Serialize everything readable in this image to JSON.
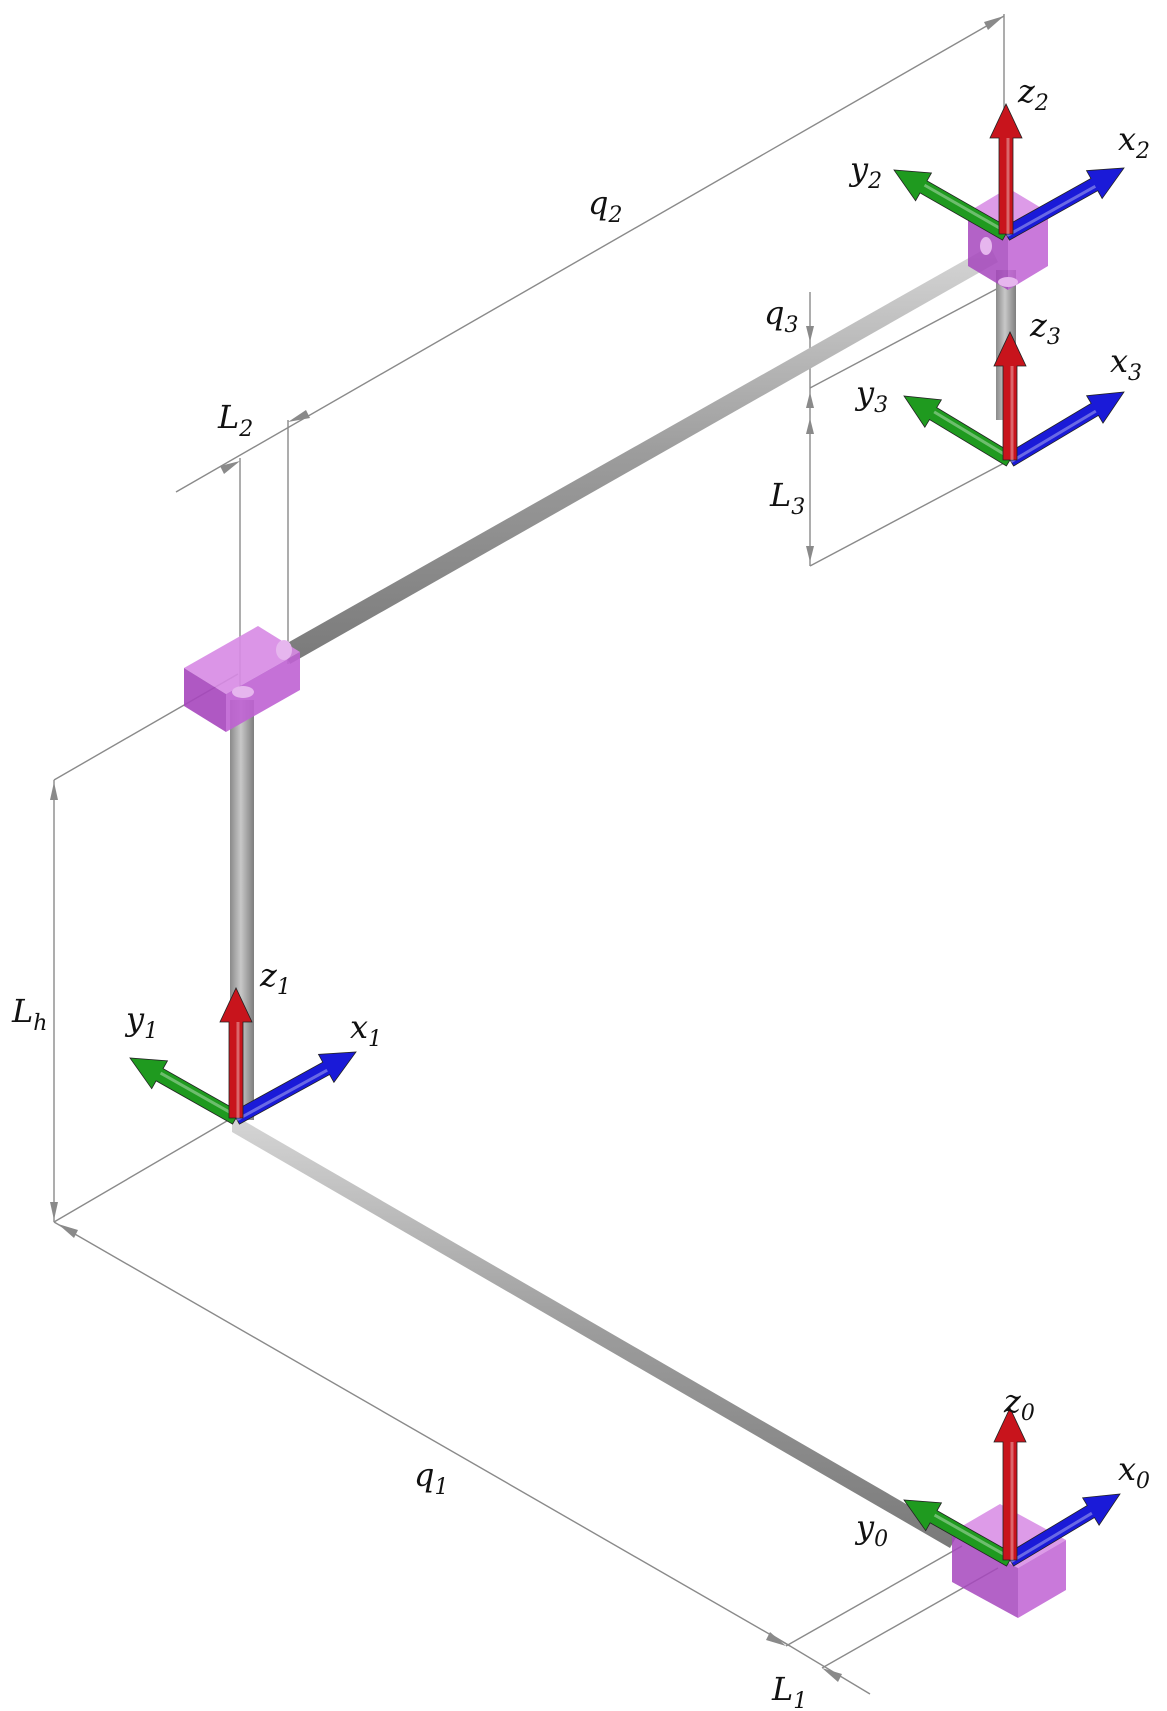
{
  "diagram": {
    "colors": {
      "z_axis": "#c8141c",
      "x_axis": "#1a1ad8",
      "y_axis": "#1f9a1f",
      "joint": "#b04cc8",
      "link": "#a8a8a8",
      "dimension": "#8a8a8a"
    },
    "frames": [
      {
        "id": "frame0",
        "x": {
          "base": "x",
          "sub": "0"
        },
        "y": {
          "base": "y",
          "sub": "0"
        },
        "z": {
          "base": "z",
          "sub": "0"
        }
      },
      {
        "id": "frame1",
        "x": {
          "base": "x",
          "sub": "1"
        },
        "y": {
          "base": "y",
          "sub": "1"
        },
        "z": {
          "base": "z",
          "sub": "1"
        }
      },
      {
        "id": "frame2",
        "x": {
          "base": "x",
          "sub": "2"
        },
        "y": {
          "base": "y",
          "sub": "2"
        },
        "z": {
          "base": "z",
          "sub": "2"
        }
      },
      {
        "id": "frame3",
        "x": {
          "base": "x",
          "sub": "3"
        },
        "y": {
          "base": "y",
          "sub": "3"
        },
        "z": {
          "base": "z",
          "sub": "3"
        }
      }
    ],
    "dimensions": {
      "q1": {
        "base": "q",
        "sub": "1"
      },
      "q2": {
        "base": "q",
        "sub": "2"
      },
      "q3": {
        "base": "q",
        "sub": "3"
      },
      "L1": {
        "base": "L",
        "sub": "1"
      },
      "L2": {
        "base": "L",
        "sub": "2"
      },
      "L3": {
        "base": "L",
        "sub": "3"
      },
      "Lh": {
        "base": "L",
        "sub": "h"
      }
    }
  }
}
